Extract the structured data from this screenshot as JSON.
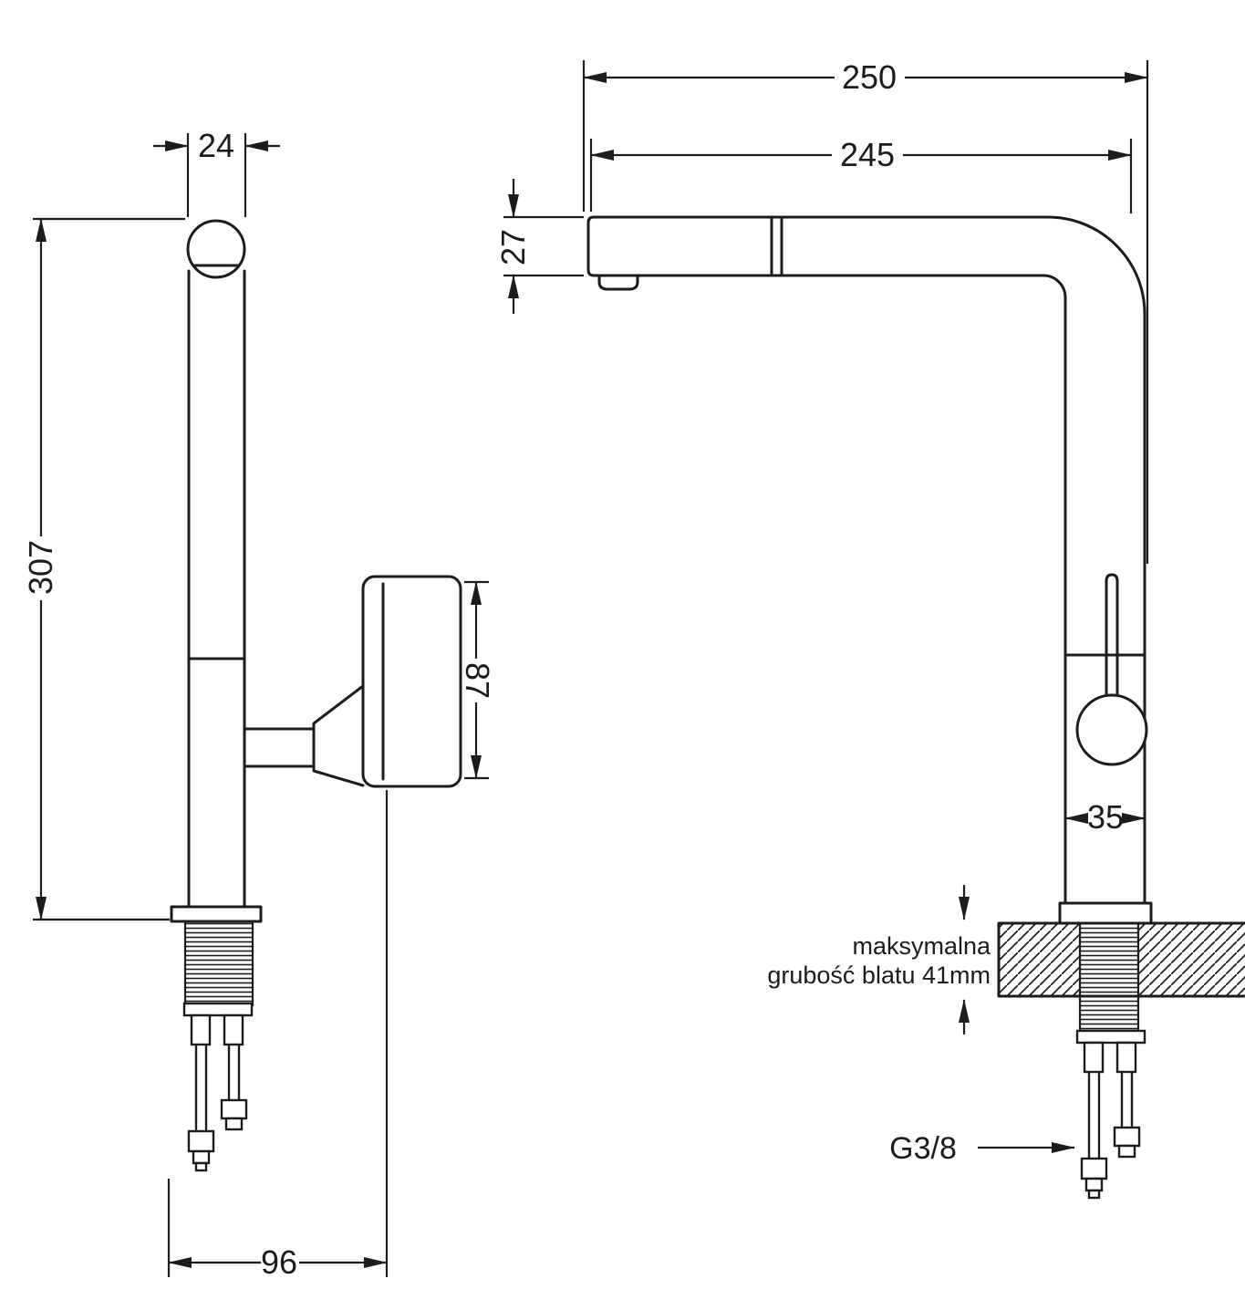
{
  "page": {
    "background": "#ffffff",
    "line_color": "#1c1c1c"
  },
  "drawing": {
    "type": "technical-dimension-drawing",
    "subject": "kitchen pull-out faucet, two orthographic views",
    "dims": {
      "spout_pipe_width": "24",
      "total_height": "307",
      "handle_length": "87",
      "base_depth": "96",
      "total_reach": "250",
      "spout_reach": "245",
      "spout_end_height": "27",
      "body_diameter": "35"
    },
    "notes": {
      "counter_line1": "maksymalna",
      "counter_line2": "grubość blatu 41mm",
      "thread_size": "G3/8"
    }
  }
}
